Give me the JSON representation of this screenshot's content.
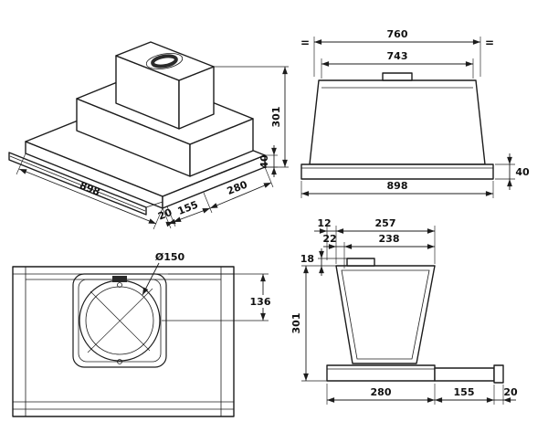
{
  "title": "range-hood-technical-drawing",
  "colors": {
    "line": "#1c1c1c",
    "background": "#ffffff"
  },
  "views": {
    "isometric": {
      "dim_898": "898",
      "dim_20": "20",
      "dim_155": "155",
      "dim_280": "280",
      "dim_40": "40",
      "dim_301": "301"
    },
    "front": {
      "equal_left": "=",
      "equal_right": "=",
      "dim_760": "760",
      "dim_743": "743",
      "dim_898": "898",
      "dim_40": "40"
    },
    "bottom": {
      "dim_diameter": "Ø150",
      "dim_136": "136"
    },
    "side": {
      "dim_12": "12",
      "dim_257": "257",
      "dim_22": "22",
      "dim_238": "238",
      "dim_18": "18",
      "dim_301": "301",
      "dim_280": "280",
      "dim_155": "155",
      "dim_20": "20"
    }
  }
}
